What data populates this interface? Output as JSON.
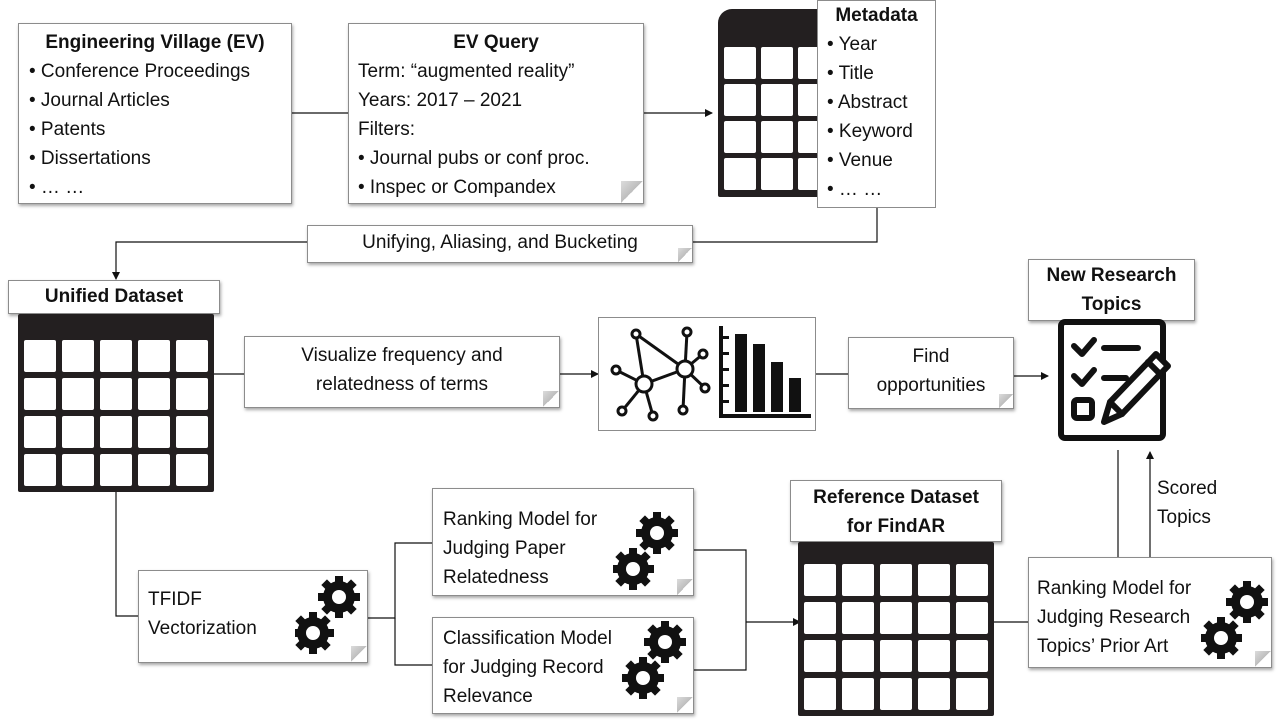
{
  "ev_box": {
    "title": "Engineering Village (EV)",
    "items": [
      "• Conference Proceedings",
      "• Journal Articles",
      "• Patents",
      "• Dissertations",
      "• … …"
    ]
  },
  "query_box": {
    "title": "EV Query",
    "lines": [
      "Term: “augmented reality”",
      "Years: 2017 – 2021",
      "Filters:",
      "• Journal pubs or conf proc.",
      "• Inspec or Compandex"
    ]
  },
  "metadata_box": {
    "title": "Metadata",
    "items": [
      "• Year",
      "• Title",
      "• Abstract",
      "• Keyword",
      "• Venue",
      "• … …"
    ]
  },
  "unify_box": {
    "label": "Unifying, Aliasing, and Bucketing"
  },
  "unified_dataset": {
    "title": "Unified Dataset"
  },
  "visualize_box": {
    "lines": [
      "Visualize frequency and",
      "relatedness of terms"
    ]
  },
  "find_box": {
    "lines": [
      "Find",
      "opportunities"
    ]
  },
  "new_topics": {
    "lines": [
      "New Research",
      "Topics"
    ]
  },
  "tfidf_box": {
    "lines": [
      "TFIDF",
      "Vectorization"
    ]
  },
  "ranking_paper_box": {
    "lines": [
      "Ranking Model for",
      "Judging Paper",
      "Relatedness"
    ]
  },
  "classification_box": {
    "lines": [
      "Classification Model",
      "for Judging Record",
      "Relevance"
    ]
  },
  "reference_dataset": {
    "lines": [
      "Reference Dataset",
      "for FindAR"
    ]
  },
  "ranking_topics_box": {
    "lines": [
      "Ranking Model for",
      "Judging Research",
      "Topics’ Prior Art"
    ]
  },
  "scored_topics": {
    "lines": [
      "Scored",
      "Topics"
    ]
  },
  "icons": [
    "table-icon",
    "network-graph-icon",
    "bar-chart-icon",
    "checklist-pencil-icon",
    "gears-icon"
  ]
}
